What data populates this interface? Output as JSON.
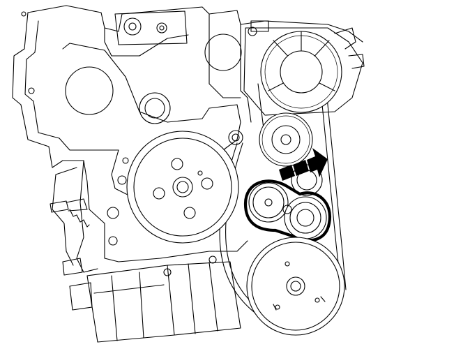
{
  "figure": {
    "subject": "engine-front-accessory-belt-drive",
    "components": [
      "engine-block",
      "water-pump-pulley",
      "alternator",
      "idler-pulley",
      "belt-tensioner",
      "crankshaft-pulley",
      "accessory-belt"
    ],
    "highlighted_component": "belt-tensioner",
    "arrow_icon": "triple-chevron-arrow-icon",
    "arrow_direction": "clockwise",
    "colors": {
      "line": "#000000",
      "background": "#ffffff",
      "highlight": "#000000"
    }
  }
}
